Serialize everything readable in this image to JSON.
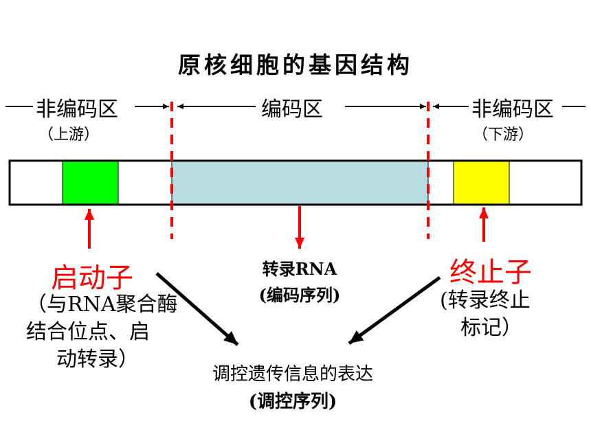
{
  "title": "原核细胞的基因结构",
  "regions": {
    "upstream": {
      "label": "非编码区",
      "sub": "（上游）"
    },
    "coding": {
      "label": "编码区"
    },
    "downstream": {
      "label": "非编码区",
      "sub": "（下游）"
    }
  },
  "promoter": {
    "label": "启动子",
    "desc_line1": "（与RNA聚合酶",
    "desc_line2": "结合位点、启",
    "desc_line3": "动转录）"
  },
  "coding_note": {
    "line1": "转录RNA",
    "line2": "(编码序列)"
  },
  "terminator": {
    "label": "终止子",
    "desc_line1": "(转录终止",
    "desc_line2": "标记）"
  },
  "bottom": {
    "line1": "调控遗传信息的表达",
    "line2": "(调控序列)"
  },
  "colors": {
    "promoter_box": "#00ff00",
    "coding_box": "#b7dde2",
    "terminator_box": "#ffff00",
    "arrow_red": "#ff0000",
    "dashed_red": "#ff0000"
  }
}
